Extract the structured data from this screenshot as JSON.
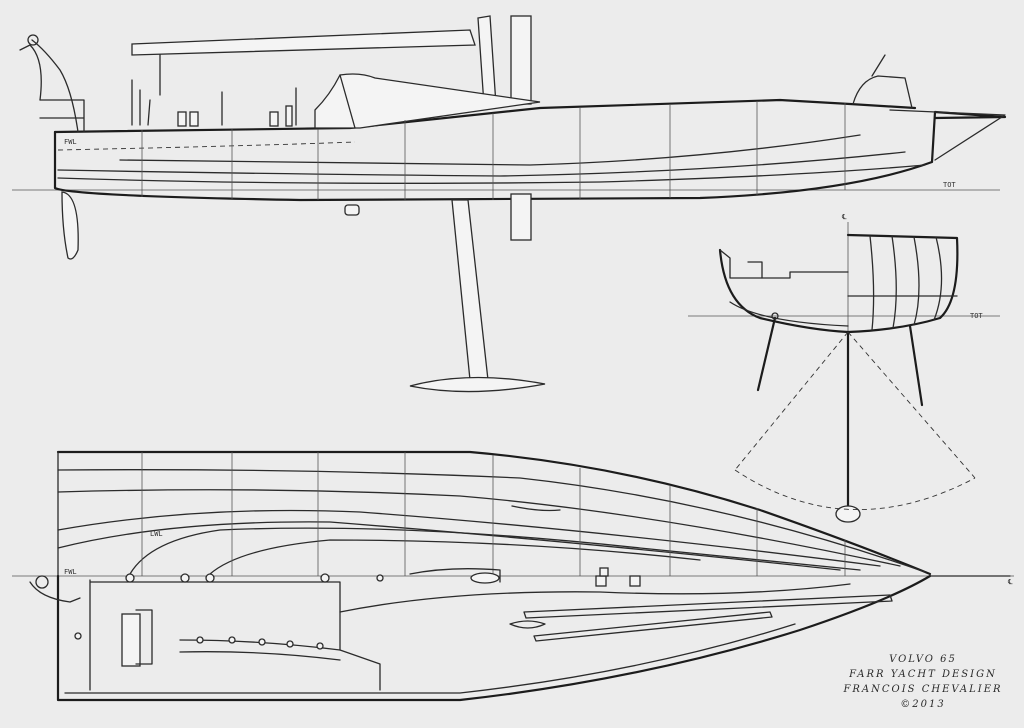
{
  "labels": {
    "tot_profile": "TOT",
    "tot_section": "TOT",
    "fwl_profile": "FWL",
    "fwl_plan": "FWL",
    "lwl_plan": "LWL",
    "centerline_section": "℄",
    "centerline_plan": "℄"
  },
  "title_block": {
    "line1": "VOLVO 65",
    "line2": "FARR YACHT DESIGN",
    "line3": "FRANCOIS CHEVALIER ©2013"
  },
  "colors": {
    "paper": "#ececec",
    "ink": "#2b2b2b"
  }
}
